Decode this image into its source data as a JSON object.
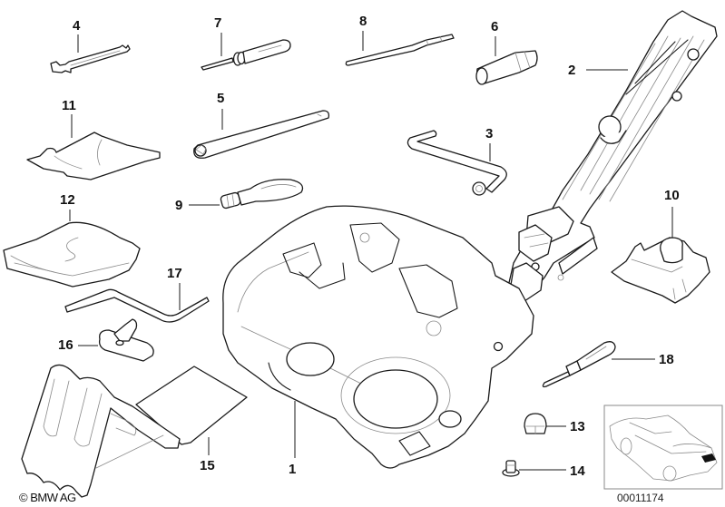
{
  "diagram": {
    "title": "Tool kit / car jack parts diagram",
    "callouts": [
      {
        "id": "1",
        "label": "1",
        "part": "tray"
      },
      {
        "id": "2",
        "label": "2",
        "part": "car-jack"
      },
      {
        "id": "3",
        "label": "3",
        "part": "l-socket-wrench"
      },
      {
        "id": "4",
        "label": "4",
        "part": "open-end-wrench"
      },
      {
        "id": "5",
        "label": "5",
        "part": "box-spanner"
      },
      {
        "id": "6",
        "label": "6",
        "part": "socket"
      },
      {
        "id": "7",
        "label": "7",
        "part": "screwdriver"
      },
      {
        "id": "8",
        "label": "8",
        "part": "rod"
      },
      {
        "id": "9",
        "label": "9",
        "part": "towing-eye"
      },
      {
        "id": "10",
        "label": "10",
        "part": "holder"
      },
      {
        "id": "11",
        "label": "11",
        "part": "cloth"
      },
      {
        "id": "12",
        "label": "12",
        "part": "gloves-pouch"
      },
      {
        "id": "13",
        "label": "13",
        "part": "cap-nut"
      },
      {
        "id": "14",
        "label": "14",
        "part": "bolt"
      },
      {
        "id": "15",
        "label": "15",
        "part": "wheel-chock"
      },
      {
        "id": "16",
        "label": "16",
        "part": "strap"
      },
      {
        "id": "17",
        "label": "17",
        "part": "hex-key"
      },
      {
        "id": "18",
        "label": "18",
        "part": "screwdriver-small"
      }
    ],
    "copyright": "© BMW AG",
    "reference_number": "00011174",
    "colors": {
      "line": "#1a1a1a",
      "detail": "#8a8a8a",
      "background": "#ffffff",
      "highlight": "#111111"
    }
  }
}
